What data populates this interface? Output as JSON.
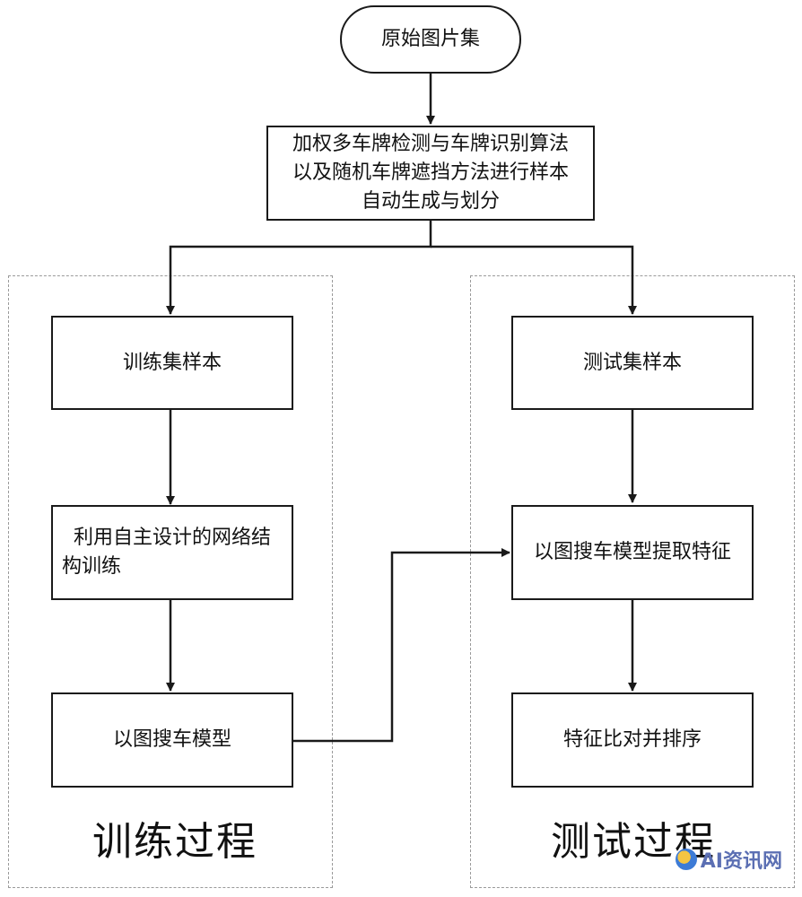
{
  "nodes": {
    "start": "原始图片集",
    "process": [
      "加权多车牌检测与车牌识别算法",
      "以及随机车牌遮挡方法进行样本",
      "自动生成与划分"
    ],
    "train_samples": "训练集样本",
    "train_network": [
      "利用自主设计的网络结",
      "构训练"
    ],
    "model": "以图搜车模型",
    "test_samples": "测试集样本",
    "extract": "以图搜车模型提取特征",
    "compare": "特征比对并排序"
  },
  "groups": {
    "train": "训练过程",
    "test": "测试过程"
  },
  "watermark": {
    "text": "AI资讯网",
    "color": "#5b6fb3"
  },
  "colors": {
    "line": "#1a1a1a",
    "dashed_border": "#9a9a9a"
  }
}
